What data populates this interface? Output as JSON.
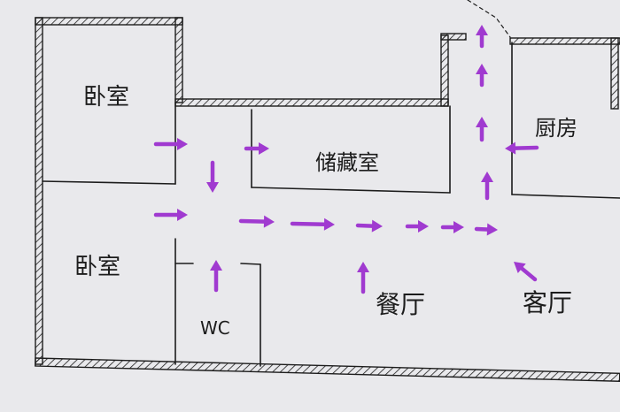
{
  "rooms": {
    "bedroom_top": "卧室",
    "bedroom_bottom": "卧室",
    "storage": "储藏室",
    "kitchen": "厨房",
    "wc": "WC",
    "dining": "餐厅",
    "living": "客厅"
  },
  "colors": {
    "paper": "#e9e9ec",
    "ink": "#1c1c1c",
    "arrow": "#a03ad0"
  }
}
